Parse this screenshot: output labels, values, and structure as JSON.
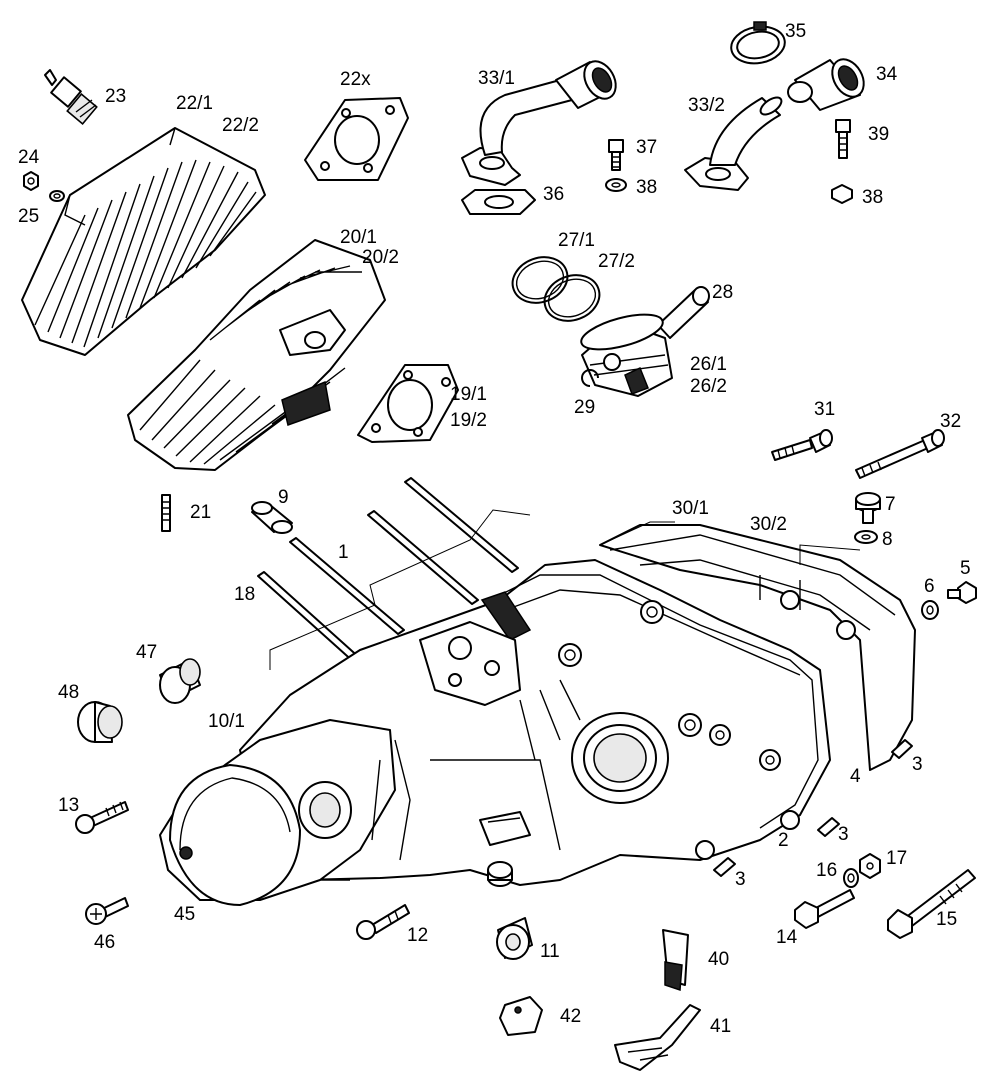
{
  "labels": {
    "l1": "1",
    "l2": "2",
    "l3a": "3",
    "l3b": "3",
    "l3c": "3",
    "l4": "4",
    "l5": "5",
    "l6": "6",
    "l7": "7",
    "l8": "8",
    "l9": "9",
    "l10_1": "10/1",
    "l11": "11",
    "l12": "12",
    "l13": "13",
    "l14": "14",
    "l15": "15",
    "l16": "16",
    "l17": "17",
    "l18": "18",
    "l19_1": "19/1",
    "l19_2": "19/2",
    "l20_1": "20/1",
    "l20_2": "20/2",
    "l21": "21",
    "l22_1": "22/1",
    "l22_2": "22/2",
    "l22x": "22x",
    "l23": "23",
    "l24": "24",
    "l25": "25",
    "l26_1": "26/1",
    "l26_2": "26/2",
    "l27_1": "27/1",
    "l27_2": "27/2",
    "l28": "28",
    "l29": "29",
    "l30_1": "30/1",
    "l30_2": "30/2",
    "l31": "31",
    "l32": "32",
    "l33_1": "33/1",
    "l33_2": "33/2",
    "l34": "34",
    "l35": "35",
    "l36": "36",
    "l37": "37",
    "l38a": "38",
    "l38b": "38",
    "l39": "39",
    "l40": "40",
    "l41": "41",
    "l42": "42",
    "l45": "45",
    "l46": "46",
    "l47": "47",
    "l48": "48"
  }
}
